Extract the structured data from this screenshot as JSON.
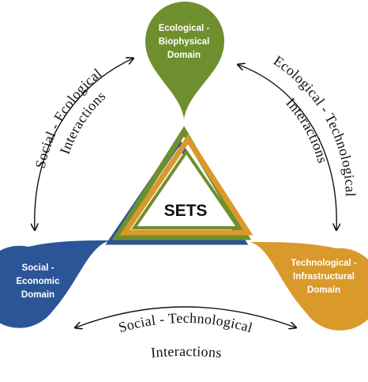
{
  "center": {
    "label": "SETS"
  },
  "domains": {
    "ecological": {
      "line1": "Ecological -",
      "line2": "Biophysical",
      "line3": "Domain",
      "color": "#6f8f2e"
    },
    "social": {
      "line1": "Social -",
      "line2": "Economic",
      "line3": "Domain",
      "color": "#2c5597"
    },
    "technological": {
      "line1": "Technological -",
      "line2": "Infrastructural",
      "line3": "Domain",
      "color": "#d99a2b"
    }
  },
  "interactions": {
    "social_ecological": {
      "line1": "Social - Ecological",
      "line2": "Interactions"
    },
    "ecological_technological": {
      "line1": "Ecological - Technological",
      "line2": "Interactions"
    },
    "social_technological": {
      "line1": "Social - Technological",
      "line2": "Interactions"
    }
  }
}
